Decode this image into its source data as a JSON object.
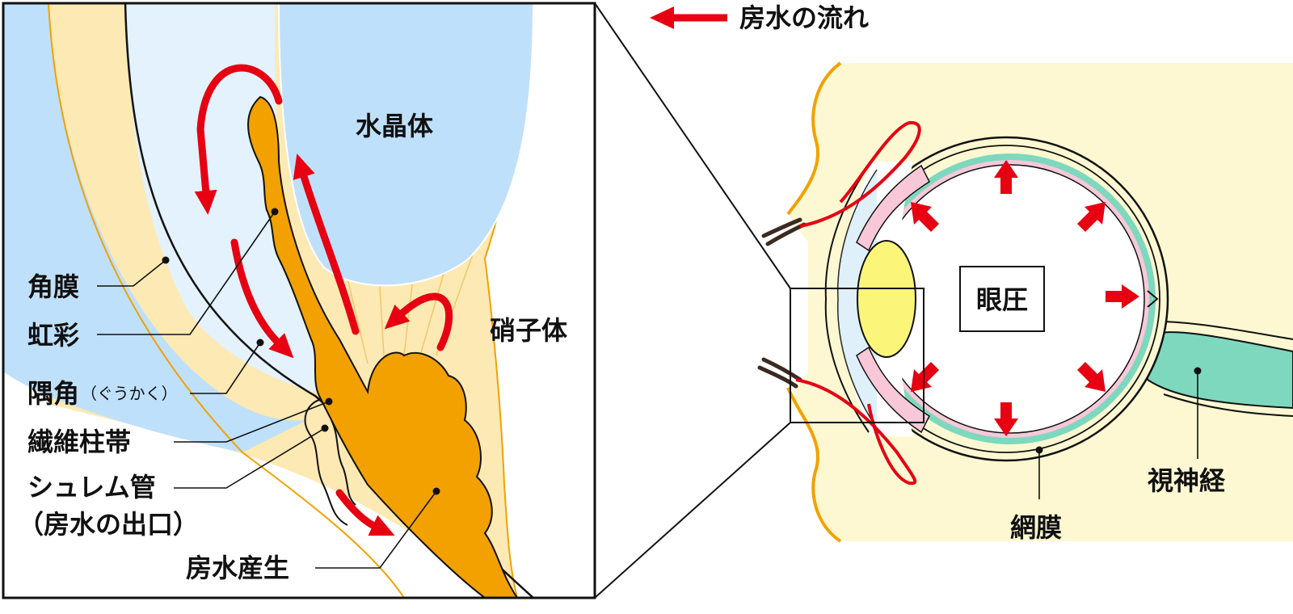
{
  "legend": {
    "flow_label": "房水の流れ"
  },
  "zoom_labels": {
    "lens": "水晶体",
    "vitreous": "硝子体",
    "cornea": "角膜",
    "iris": "虹彩",
    "angle": "隅角",
    "angle_reading": "（ぐうかく）",
    "trabecular": "繊維柱帯",
    "schlemm": "シュレム管",
    "schlemm_note": "（房水の出口）",
    "production": "房水産生"
  },
  "eye_labels": {
    "pressure": "眼圧",
    "optic_nerve": "視神経",
    "retina": "網膜"
  },
  "colors": {
    "flow_red": "#e60012",
    "iris_orange": "#f2a100",
    "cornea_blue": "#bfe0fa",
    "chamber_blue": "#e3f2fd",
    "vitreous_cream": "#fde9b3",
    "skin_yellow": "#fdf8d2",
    "retina_pink": "#f8c8d8",
    "choroid_green": "#7dd8be",
    "lens_yellow": "#fbf57a"
  }
}
